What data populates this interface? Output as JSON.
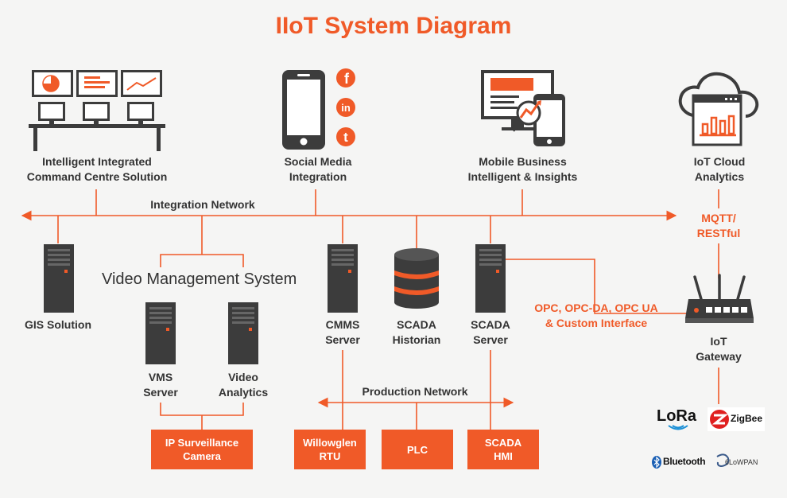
{
  "title": "IIoT System Diagram",
  "colors": {
    "accent": "#f05a28",
    "dark": "#3c3c3c",
    "line": "#f05a28",
    "background": "#f5f5f4"
  },
  "top_nodes": {
    "command_centre": {
      "line1": "Intelligent Integrated",
      "line2": "Command Centre Solution",
      "icon": "monitor-wall-icon"
    },
    "social_media": {
      "line1": "Social Media",
      "line2": "Integration",
      "icon": "smartphone-social-icon",
      "badges": [
        "f",
        "in",
        "t"
      ]
    },
    "mobile_bi": {
      "line1": "Mobile Business",
      "line2": "Intelligent & Insights",
      "icon": "analytics-devices-icon"
    },
    "iot_cloud": {
      "line1": "IoT Cloud",
      "line2": "Analytics",
      "icon": "cloud-chart-icon"
    }
  },
  "networks": {
    "integration": "Integration Network",
    "production": "Production Network"
  },
  "protocols": {
    "mqtt_line1": "MQTT/",
    "mqtt_line2": "RESTful",
    "opc_line1": "OPC, OPC-DA, OPC UA",
    "opc_line2": "& Custom Interface"
  },
  "servers": {
    "gis": {
      "label": "GIS Solution"
    },
    "vms_system": "Video Management System",
    "vms_server": {
      "line1": "VMS",
      "line2": "Server"
    },
    "video_analytics": {
      "line1": "Video",
      "line2": "Analytics"
    },
    "cmms": {
      "line1": "CMMS",
      "line2": "Server"
    },
    "historian": {
      "line1": "SCADA",
      "line2": "Historian"
    },
    "scada_server": {
      "line1": "SCADA",
      "line2": "Server"
    },
    "gateway": {
      "line1": "IoT",
      "line2": "Gateway"
    }
  },
  "devices": {
    "ip_camera": {
      "line1": "IP Surveillance",
      "line2": "Camera"
    },
    "rtu": {
      "line1": "Willowglen",
      "line2": "RTU"
    },
    "plc": {
      "label": "PLC"
    },
    "hmi": {
      "line1": "SCADA",
      "line2": "HMI"
    }
  },
  "wireless": {
    "lora": "LoRa",
    "zigbee": "ZigBee",
    "bluetooth": "Bluetooth",
    "sixlowpan": "6LoWPAN"
  }
}
